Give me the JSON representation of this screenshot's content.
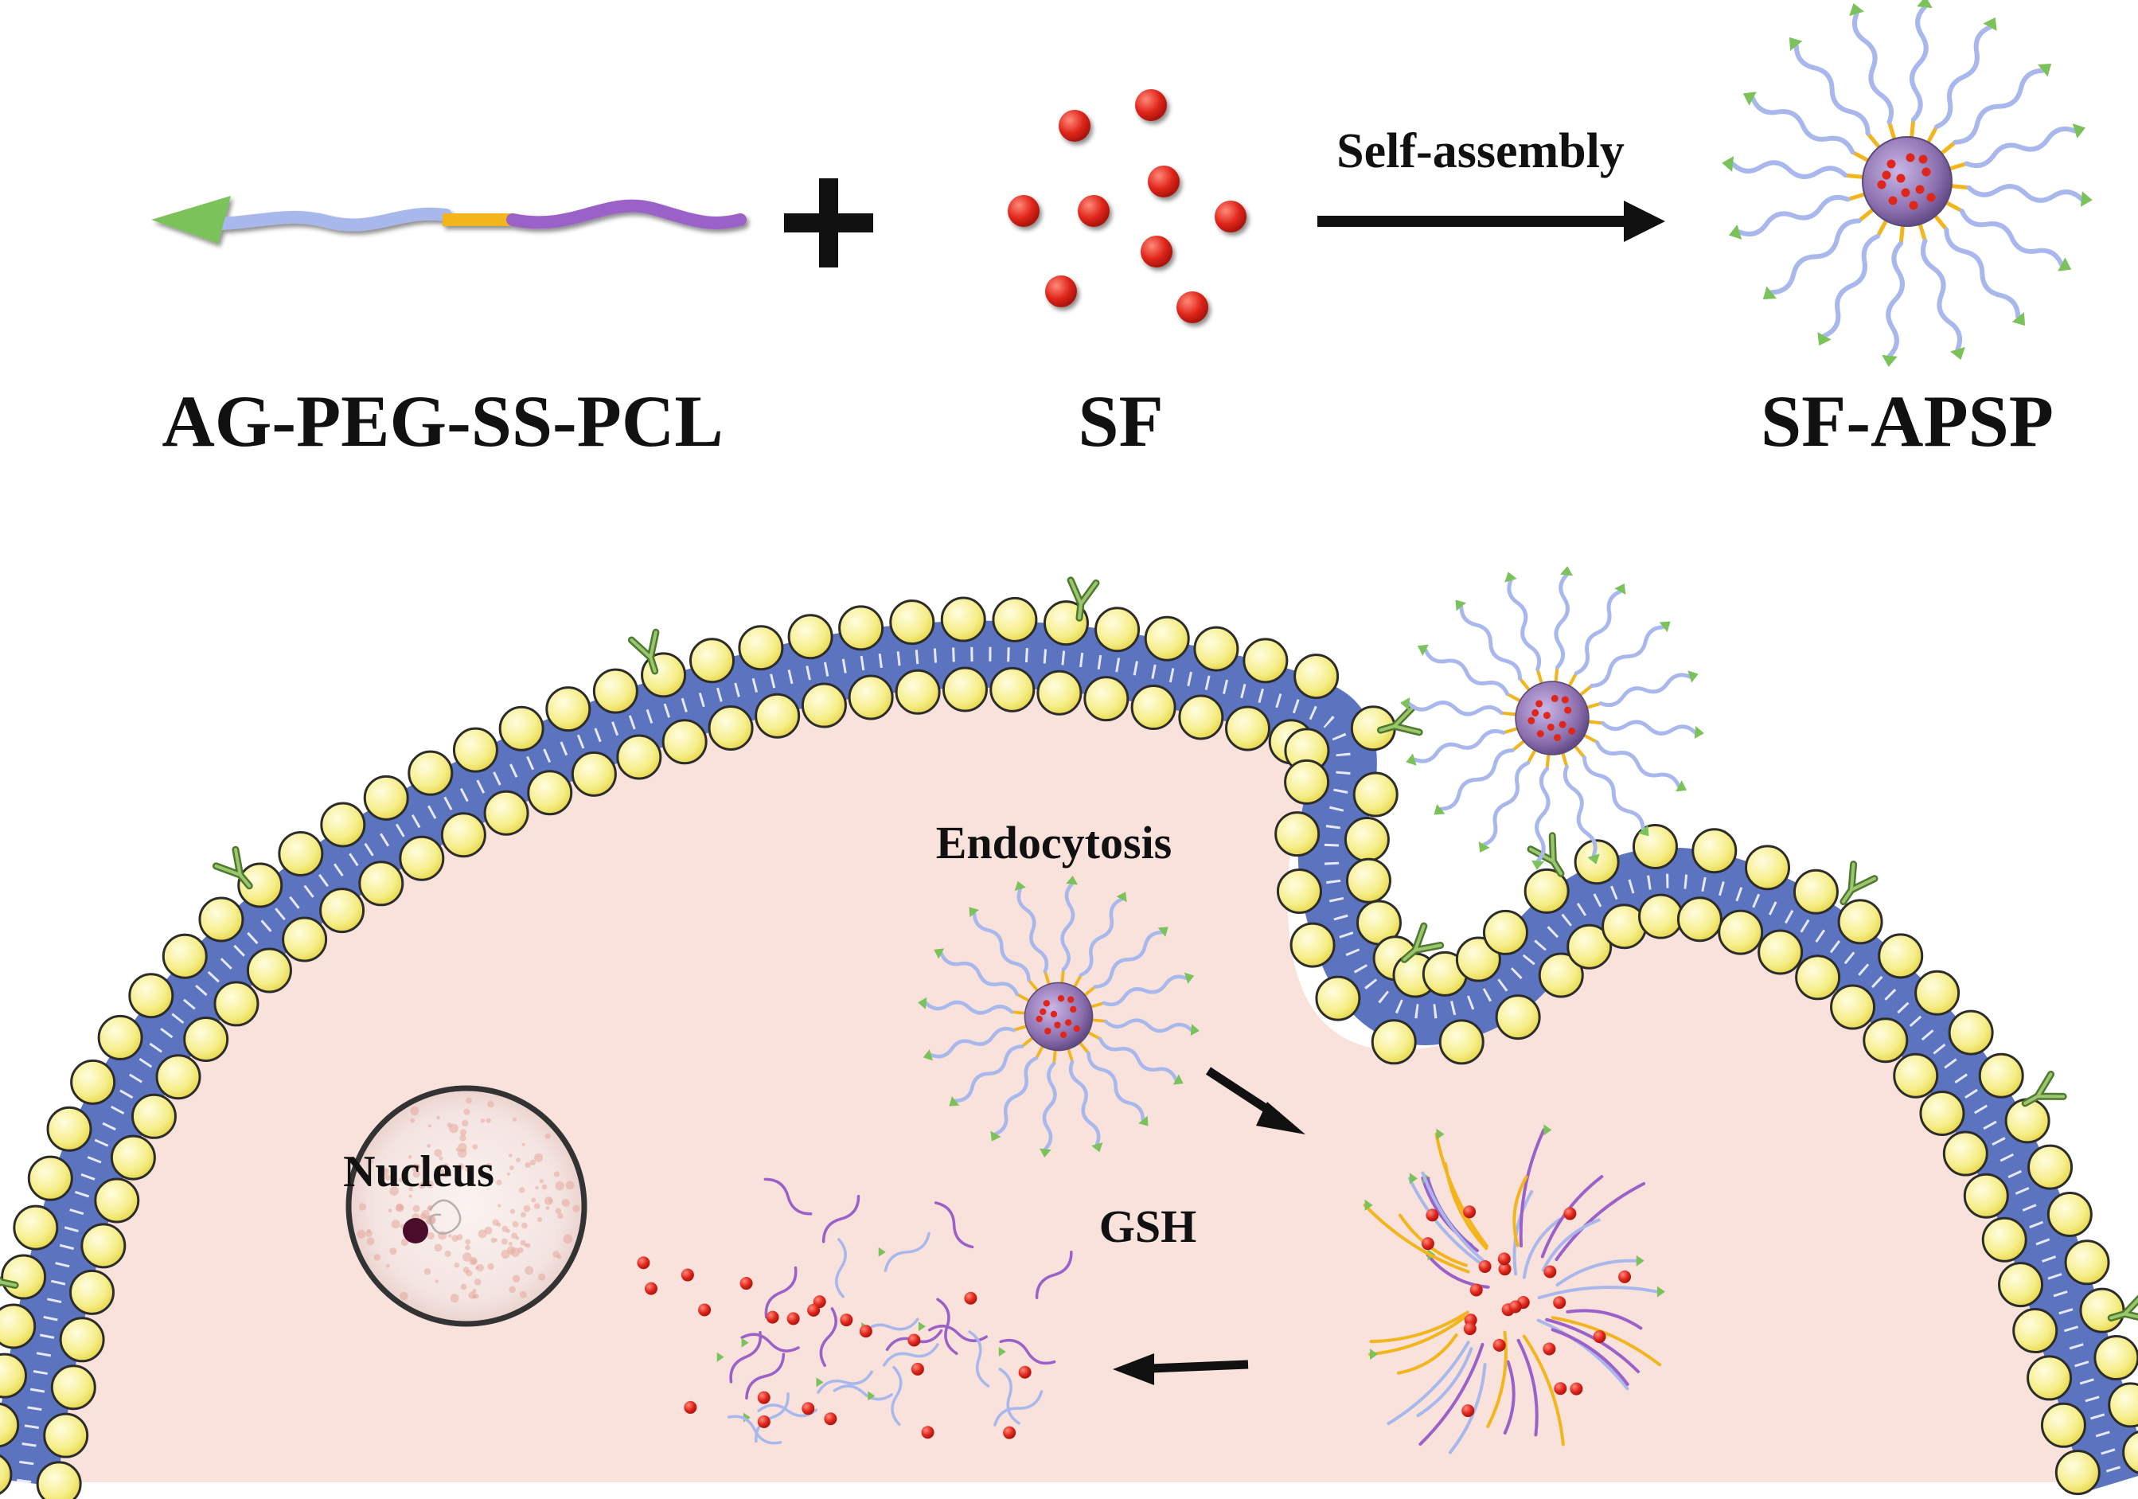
{
  "top_row": {
    "polymer": {
      "label": "AG-PEG-SS-PCL"
    },
    "plus_sign": "+",
    "drug": {
      "label": "SF"
    },
    "process": {
      "label": "Self-assembly"
    },
    "product": {
      "label": "SF-APSP"
    }
  },
  "cell": {
    "endocytosis_label": "Endocytosis",
    "gsh_label": "GSH",
    "nucleus_label": "Nucleus"
  },
  "colors": {
    "peg": "#a9b8ec",
    "ss_linker": "#f2b51c",
    "pcl": "#9a62c8",
    "ligand": "#7cc25a",
    "drug": "#e0261b",
    "membrane_band": "#5c74c0",
    "lipid_head": "#f6ee8a",
    "cytoplasm": "#f9e1dc",
    "micelle_core": "#8b6fae"
  },
  "icons": [
    "arrow-right-icon",
    "arrow-diagonal-icon",
    "arrow-left-icon",
    "receptor-icon"
  ]
}
